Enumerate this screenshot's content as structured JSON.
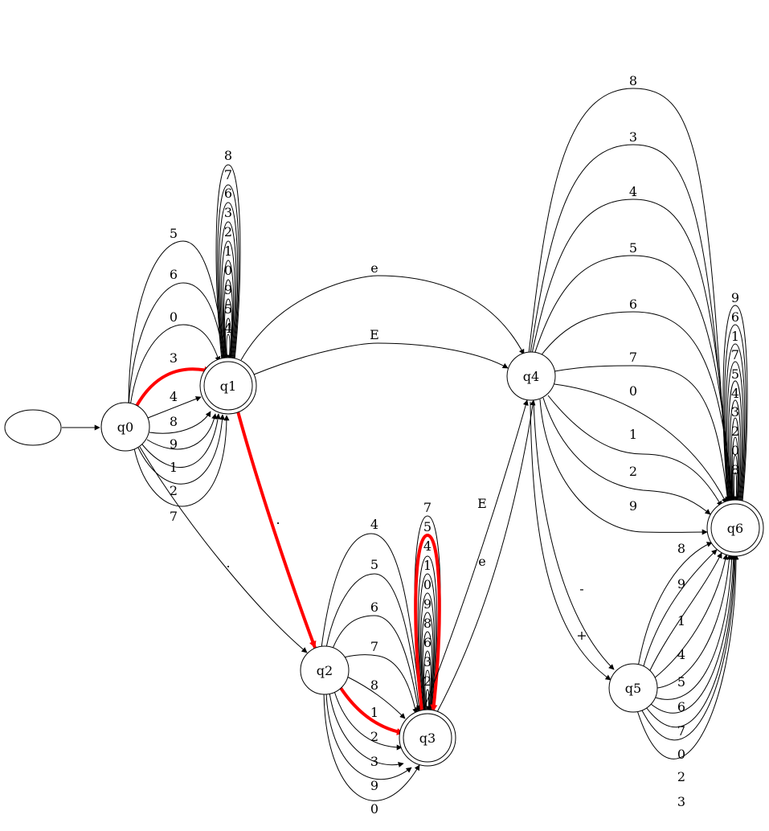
{
  "start_state": "q0",
  "highlight_color": "#ff0000",
  "edge_color": "#000000",
  "states": [
    {
      "id": "q0",
      "label": "q0",
      "accepting": false
    },
    {
      "id": "q1",
      "label": "q1",
      "accepting": true
    },
    {
      "id": "q2",
      "label": "q2",
      "accepting": false
    },
    {
      "id": "q3",
      "label": "q3",
      "accepting": true
    },
    {
      "id": "q4",
      "label": "q4",
      "accepting": false
    },
    {
      "id": "q5",
      "label": "q5",
      "accepting": false
    },
    {
      "id": "q6",
      "label": "q6",
      "accepting": true
    }
  ],
  "transitions": [
    {
      "from": "q0",
      "to": "q1",
      "labels": [
        "5",
        "6",
        "0",
        "4",
        "8",
        "9",
        "1",
        "2",
        "7"
      ],
      "highlight": false
    },
    {
      "from": "q0",
      "to": "q1",
      "labels": [
        "3"
      ],
      "highlight": true
    },
    {
      "from": "q1",
      "to": "q1",
      "labels": [
        "8",
        "7",
        "6",
        "3",
        "2",
        "1",
        "0",
        "9",
        "5",
        "4"
      ],
      "highlight": false
    },
    {
      "from": "q0",
      "to": "q2",
      "labels": [
        "."
      ],
      "highlight": false
    },
    {
      "from": "q1",
      "to": "q2",
      "labels": [
        "."
      ],
      "highlight": true
    },
    {
      "from": "q1",
      "to": "q4",
      "labels": [
        "e",
        "E"
      ],
      "highlight": false
    },
    {
      "from": "q2",
      "to": "q3",
      "labels": [
        "4",
        "5",
        "6",
        "7",
        "8",
        "2",
        "3",
        "9",
        "0"
      ],
      "highlight": false
    },
    {
      "from": "q2",
      "to": "q3",
      "labels": [
        "1"
      ],
      "highlight": true
    },
    {
      "from": "q3",
      "to": "q3",
      "labels": [
        "7",
        "4",
        "1",
        "0",
        "9",
        "8",
        "6",
        "3",
        "2"
      ],
      "highlight": false
    },
    {
      "from": "q3",
      "to": "q3",
      "labels": [
        "5"
      ],
      "highlight": true
    },
    {
      "from": "q3",
      "to": "q4",
      "labels": [
        "E",
        "e"
      ],
      "highlight": false
    },
    {
      "from": "q4",
      "to": "q6",
      "labels": [
        "8",
        "3",
        "4",
        "5",
        "6",
        "7",
        "0",
        "1",
        "2",
        "9"
      ],
      "highlight": false
    },
    {
      "from": "q4",
      "to": "q5",
      "labels": [
        "-",
        "+"
      ],
      "highlight": false
    },
    {
      "from": "q5",
      "to": "q6",
      "labels": [
        "8",
        "9",
        "1",
        "4",
        "5",
        "6",
        "7",
        "0",
        "2",
        "3"
      ],
      "highlight": false
    },
    {
      "from": "q6",
      "to": "q6",
      "labels": [
        "9",
        "6",
        "1",
        "7",
        "5",
        "4",
        "3",
        "2",
        "0",
        "8"
      ],
      "highlight": false
    }
  ]
}
